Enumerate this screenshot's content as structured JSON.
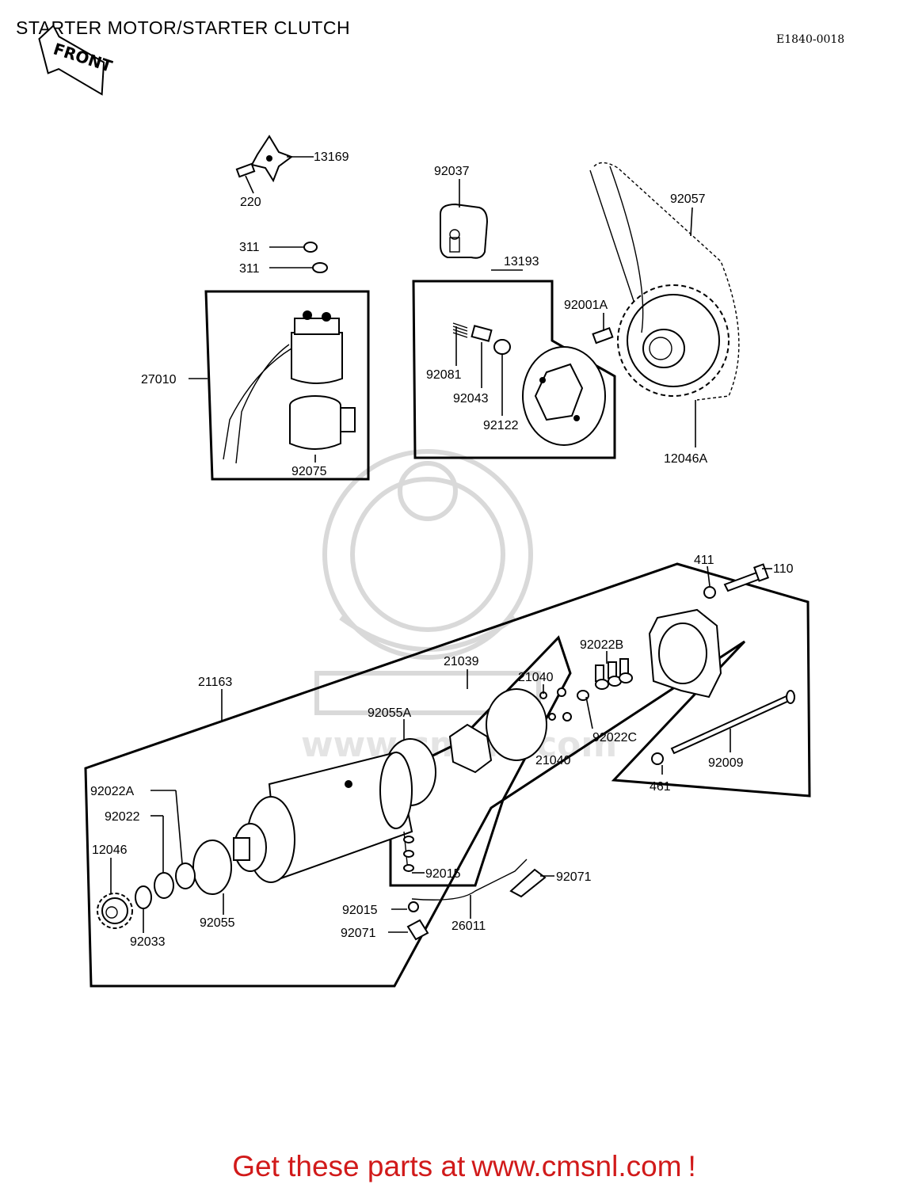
{
  "title": "STARTER MOTOR/STARTER CLUTCH",
  "diagram_code": "E1840-0018",
  "front_badge": "FRONT",
  "watermark_text": "www.cmsnl.com",
  "footer": {
    "prefix": "Get these parts at",
    "url": "www.cmsnl.com",
    "suffix": "!"
  },
  "colors": {
    "footer_text": "#d11a1a",
    "watermark": "#d9d9d9"
  },
  "callouts": {
    "c13169": "13169",
    "c220": "220",
    "c311a": "311",
    "c311b": "311",
    "c27010": "27010",
    "c92075": "92075",
    "c92037": "92037",
    "c13193": "13193",
    "c92081": "92081",
    "c92043": "92043",
    "c92122": "92122",
    "c92001A": "92001A",
    "c92057": "92057",
    "c12046A": "12046A",
    "c411": "411",
    "c110": "110",
    "c92022B": "92022B",
    "c21039": "21039",
    "c21040a": "21040",
    "c21040b": "21040",
    "c92022C": "92022C",
    "c21163": "21163",
    "c92055A": "92055A",
    "c92009": "92009",
    "c461": "461",
    "c92022A": "92022A",
    "c92022": "92022",
    "c12046": "12046",
    "c92033": "92033",
    "c92055": "92055",
    "c92015a": "92015",
    "c92071a": "92071",
    "c92015b": "92015",
    "c26011": "26011",
    "c92071b": "92071"
  }
}
